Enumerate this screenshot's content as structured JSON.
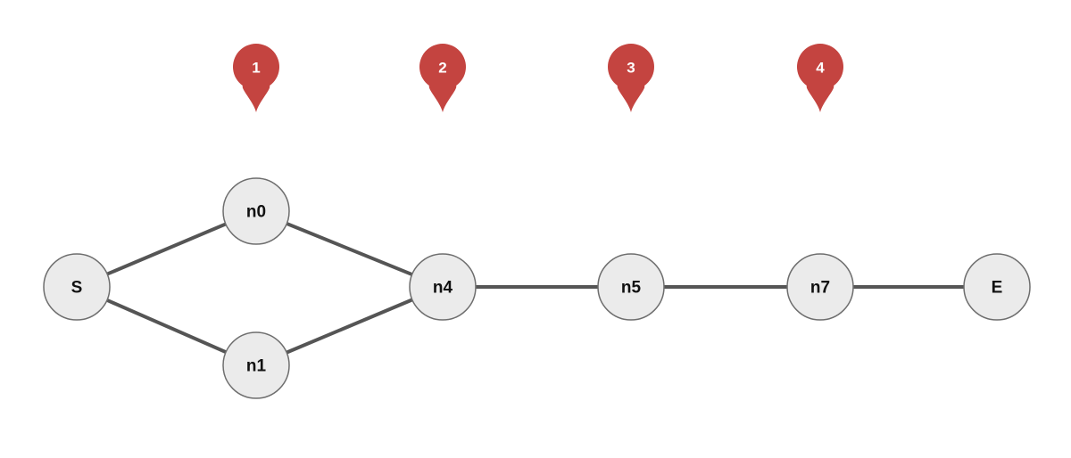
{
  "nodes": [
    {
      "id": "S",
      "label": "S"
    },
    {
      "id": "n0",
      "label": "n0"
    },
    {
      "id": "n1",
      "label": "n1"
    },
    {
      "id": "n4",
      "label": "n4"
    },
    {
      "id": "n5",
      "label": "n5"
    },
    {
      "id": "n7",
      "label": "n7"
    },
    {
      "id": "E",
      "label": "E"
    }
  ],
  "edges": [
    {
      "from": "S",
      "to": "n0"
    },
    {
      "from": "S",
      "to": "n1"
    },
    {
      "from": "n0",
      "to": "n4"
    },
    {
      "from": "n1",
      "to": "n4"
    },
    {
      "from": "n4",
      "to": "n5"
    },
    {
      "from": "n5",
      "to": "n7"
    },
    {
      "from": "n7",
      "to": "E"
    }
  ],
  "markers": [
    {
      "label": "1",
      "above": "n0"
    },
    {
      "label": "2",
      "above": "n4"
    },
    {
      "label": "3",
      "above": "n5"
    },
    {
      "label": "4",
      "above": "n7"
    }
  ],
  "colors": {
    "marker": "#c44440",
    "node_fill": "#ebebeb",
    "node_stroke": "#6e6e6e",
    "edge": "#555555"
  }
}
